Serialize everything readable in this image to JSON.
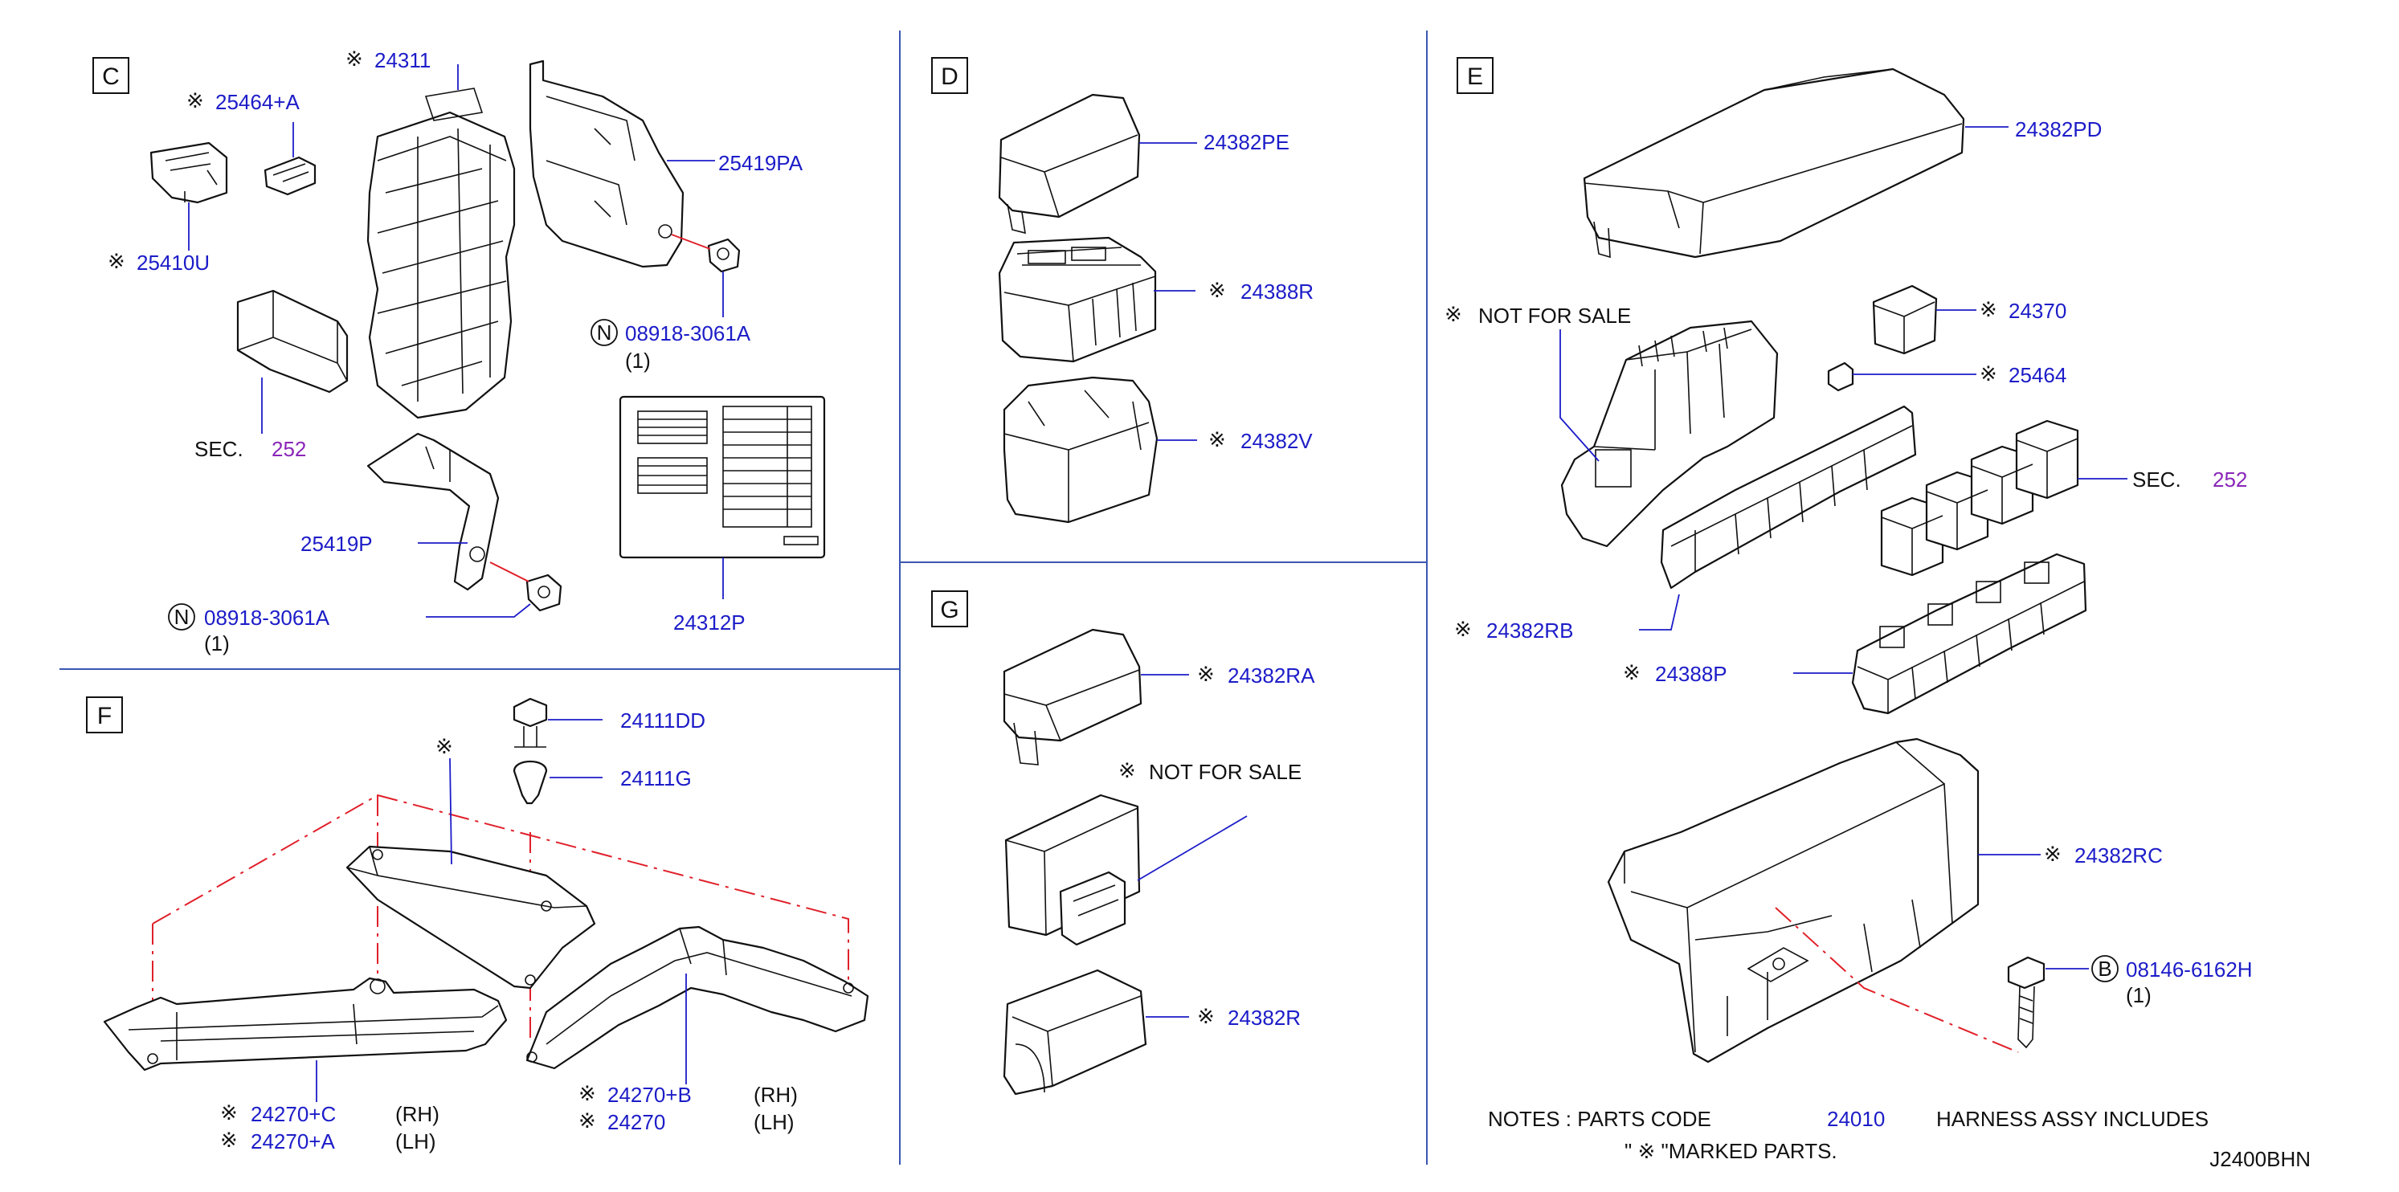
{
  "diagram_id": "J2400BHN",
  "sections": {
    "C": {
      "letter": "C",
      "labels": {
        "p24311": "24311",
        "p25464a": "25464+A",
        "p25410u": "25410U",
        "p25419pa": "25419PA",
        "p08918a_code": "08918-3061A",
        "p08918a_qty": "(1)",
        "sec_text": "SEC.",
        "sec_num": "252",
        "p25419p": "25419P",
        "p08918b_code": "08918-3061A",
        "p08918b_qty": "(1)",
        "p24312p": "24312P",
        "n_symbol": "N"
      }
    },
    "D": {
      "letter": "D",
      "labels": {
        "p24382pe": "24382PE",
        "p24388r": "24388R",
        "p24382v": "24382V"
      }
    },
    "E": {
      "letter": "E",
      "labels": {
        "p24382pd": "24382PD",
        "not_for_sale": "NOT   FOR   SALE",
        "p24370": "24370",
        "p25464": "25464",
        "sec_text": "SEC.",
        "sec_num": "252",
        "p24382rb": "24382RB",
        "p24388p": "24388P",
        "p24382rc": "24382RC",
        "b_symbol": "B",
        "p08146_code": "08146-6162H",
        "p08146_qty": "(1)"
      }
    },
    "F": {
      "letter": "F",
      "labels": {
        "p24111dd": "24111DD",
        "p24111g": "24111G",
        "p24270c": "24270+C",
        "p24270c_side": "(RH)",
        "p24270a": "24270+A",
        "p24270a_side": "(LH)",
        "p24270b": "24270+B",
        "p24270b_side": "(RH)",
        "p24270": "24270",
        "p24270_side": "(LH)"
      }
    },
    "G": {
      "letter": "G",
      "labels": {
        "p24382ra": "24382RA",
        "not_for_sale": "NOT   FOR   SALE",
        "p24382r": "24382R"
      }
    }
  },
  "notes": {
    "line1_a": "NOTES   :   PARTS   CODE",
    "line1_code": "24010",
    "line1_b": "HARNESS   ASSY   INCLUDES",
    "line2": "\"  ※  \"MARKED   PARTS."
  },
  "symbol_mark": "※",
  "colors": {
    "part_number": "#1c1cc8",
    "section_ref": "#8a26b8",
    "divider": "#3a56b0",
    "phantom_line": "#e0202a"
  }
}
